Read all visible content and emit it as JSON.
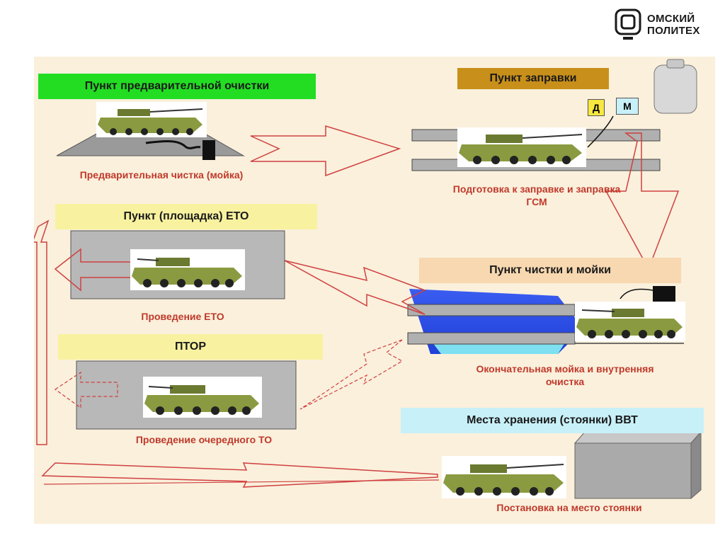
{
  "logo": {
    "line1": "ОМСКИЙ",
    "line2": "ПОЛИТЕХ"
  },
  "stations": {
    "pre_clean": {
      "title": "Пункт предварительной очистки",
      "caption": "Предварительная чистка (мойка)",
      "color": "#22dd22"
    },
    "refuel": {
      "title": "Пункт заправки",
      "caption_line1": "Подготовка к заправке и заправка",
      "caption_line2": "ГСМ",
      "tag_d": "Д",
      "tag_m": "М",
      "color": "#c8901a"
    },
    "eto": {
      "title": "Пункт (площадка) ЕТО",
      "caption": "Проведение ЕТО",
      "color": "#f8f2a0"
    },
    "wash": {
      "title": "Пункт чистки и мойки",
      "caption_line1": "Окончательная мойка и внутренняя",
      "caption_line2": "очистка",
      "color": "#f8d8b0"
    },
    "ptor": {
      "title": "ПТОР",
      "caption": "Проведение очередного ТО",
      "color": "#f8f2a0"
    },
    "storage": {
      "title": "Места хранения (стоянки) ВВТ",
      "caption": "Постановка на место стоянки",
      "color": "#c8f0f8"
    }
  }
}
